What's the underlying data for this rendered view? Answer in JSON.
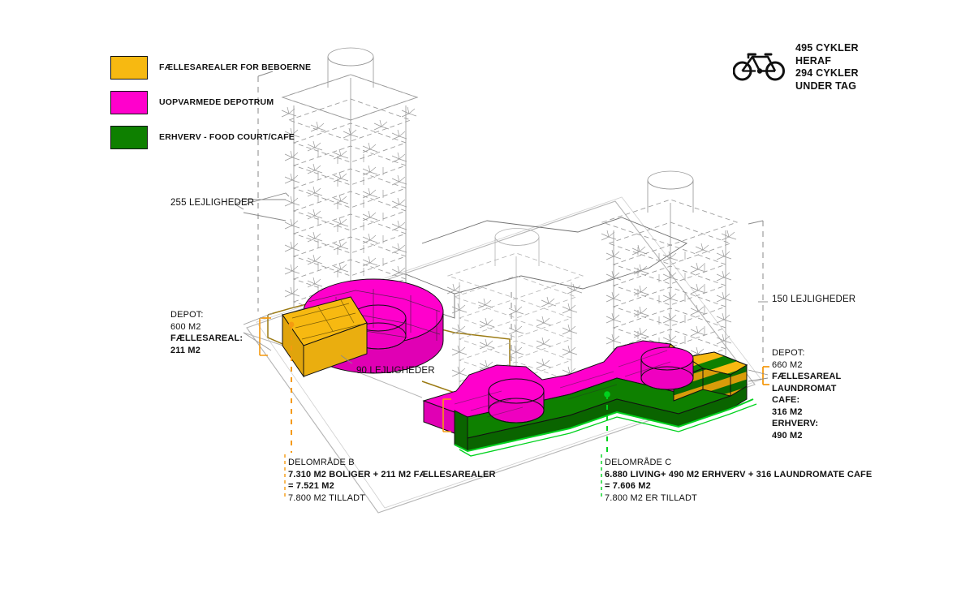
{
  "legend": {
    "items": [
      {
        "label": "FÆLLESAREALER FOR BEBOERNE",
        "color": "#f7b911",
        "swatch_name": "legend-swatch-communal"
      },
      {
        "label": "UOPVARMEDE DEPOTRUM",
        "color": "#ff00cc",
        "swatch_name": "legend-swatch-storage"
      },
      {
        "label": "ERHVERV - FOOD COURT/CAFE",
        "color": "#0e8000",
        "swatch_name": "legend-swatch-commercial"
      }
    ]
  },
  "bicycle": {
    "icon": "bicycle-icon",
    "line1": "495 CYKLER",
    "line2": "HERAF",
    "line3": "294 CYKLER",
    "line4": "UNDER TAG"
  },
  "callouts": {
    "apartments_left": "255 LEJLIGHEDER",
    "apartments_mid": "90 LEJLIGHEDER",
    "apartments_right": "150 LEJLIGHEDER"
  },
  "depot_left": {
    "line1": "DEPOT:",
    "line2": "600 M2",
    "line3": "FÆLLESAREAL:",
    "line4": "211 M2"
  },
  "depot_right": {
    "line1": "DEPOT:",
    "line2": "660 M2",
    "line3": "FÆLLESAREAL",
    "line4": "LAUNDROMAT",
    "line5": "CAFE:",
    "line6": "316 M2",
    "line7": "ERHVERV:",
    "line8": "490 M2"
  },
  "area_b": {
    "title": "DELOMRÅDE B",
    "line1": "7.310 M2 BOLIGER + 211 M2 FÆLLESAREALER",
    "line2": "= 7.521 M2",
    "line3": "7.800 M2 TILLADT"
  },
  "area_c": {
    "title": "DELOMRÅDE C",
    "line1": "6.880 LIVING+ 490 M2 ERHVERV + 316 LAUNDROMATE CAFE",
    "line2": "= 7.606 M2",
    "line3": "7.800 M2 ER TILLADT"
  },
  "colors": {
    "communal_amber": "#f7b911",
    "storage_magenta": "#ff00cc",
    "commercial_green": "#0e8000",
    "leader_orange": "#f59a10",
    "leader_green": "#00d21e",
    "wireframe_grey": "#9a9a9a",
    "ground_grey": "#b5b5b5",
    "plot_line_dark": "#555555",
    "plot_line_olive": "#9b7a12",
    "ink": "#111111"
  }
}
